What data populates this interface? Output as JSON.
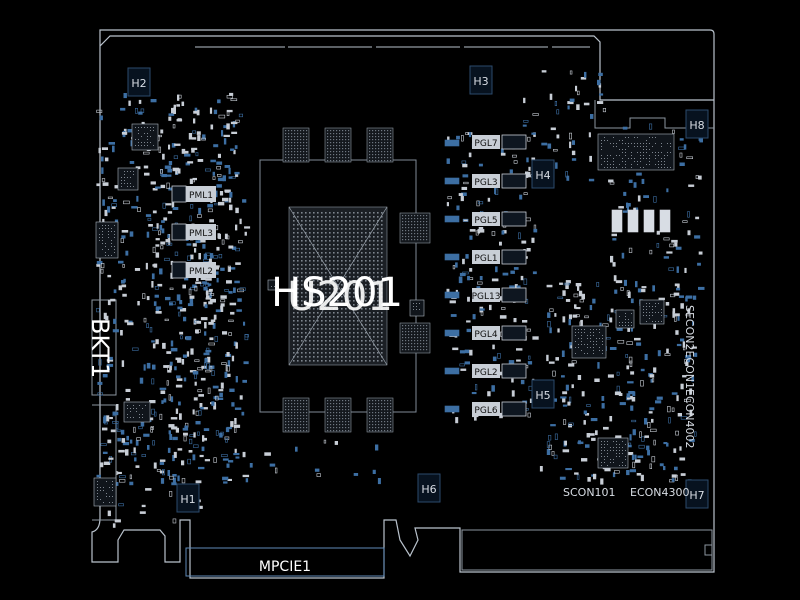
{
  "colors": {
    "background": "#000000",
    "outline": "#b9c2cc",
    "component_white": "#c8ced6",
    "component_blue": "#3d6fa3",
    "mount_box": "#07121f",
    "label": "#e6ebf0"
  },
  "labels": {
    "gpu": "HS201",
    "gpu_overlay": "U201",
    "bracket": "BKT1",
    "pcie": "MPCIE1",
    "scon101": "SCON101",
    "econ4300": "ECON4300",
    "secon_vertical": "SECON2ECON1ECON4002"
  },
  "mount_holes": [
    "H1",
    "H2",
    "H3",
    "H4",
    "H5",
    "H6",
    "H7",
    "H8"
  ],
  "pml_labels": [
    "PML1",
    "PML3",
    "PML2"
  ],
  "pgl_labels": [
    "PGL7",
    "PGL3",
    "PGL5",
    "PGL1",
    "PGL13",
    "PGL4",
    "PGL2",
    "PGL6"
  ]
}
